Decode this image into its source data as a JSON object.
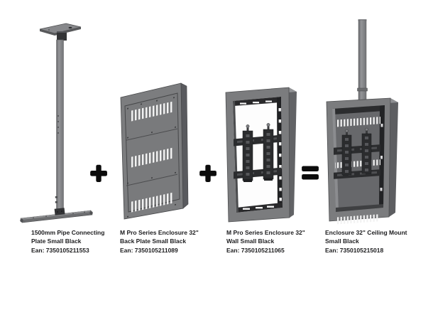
{
  "page": {
    "background_color": "#ffffff"
  },
  "equation": {
    "plus_1": "+",
    "plus_2": "+",
    "equals": "="
  },
  "products": [
    {
      "image_name": "ceiling-pipe-connecting-plate-render",
      "name_line1": "1500mm Pipe Connecting",
      "name_line2": "Plate Small Black",
      "ean": "Ean: 7350105211553"
    },
    {
      "image_name": "enclosure-back-plate-render",
      "name_line1": "M Pro Series Enclosure 32\"",
      "name_line2": "Back Plate Small Black",
      "ean": "Ean: 7350105211089"
    },
    {
      "image_name": "enclosure-wall-frame-render",
      "name_line1": "M Pro Series Enclosure 32\"",
      "name_line2": "Wall Small Black",
      "ean": "Ean: 7350105211065"
    },
    {
      "image_name": "enclosure-ceiling-mount-render",
      "name_line1": "Enclosure 32\" Ceiling Mount",
      "name_line2": "Small Black",
      "ean": "Ean: 7350105215018"
    }
  ],
  "colors": {
    "product_gray": "#7c7d7f",
    "product_gray_light": "#939496",
    "product_gray_dark": "#58595b",
    "interior_dark": "#232426",
    "bracket_dark": "#2b2c2e",
    "vent_slat": "#f2f2f2",
    "text": "#1d1d1f",
    "operator": "#0c0c0c"
  }
}
